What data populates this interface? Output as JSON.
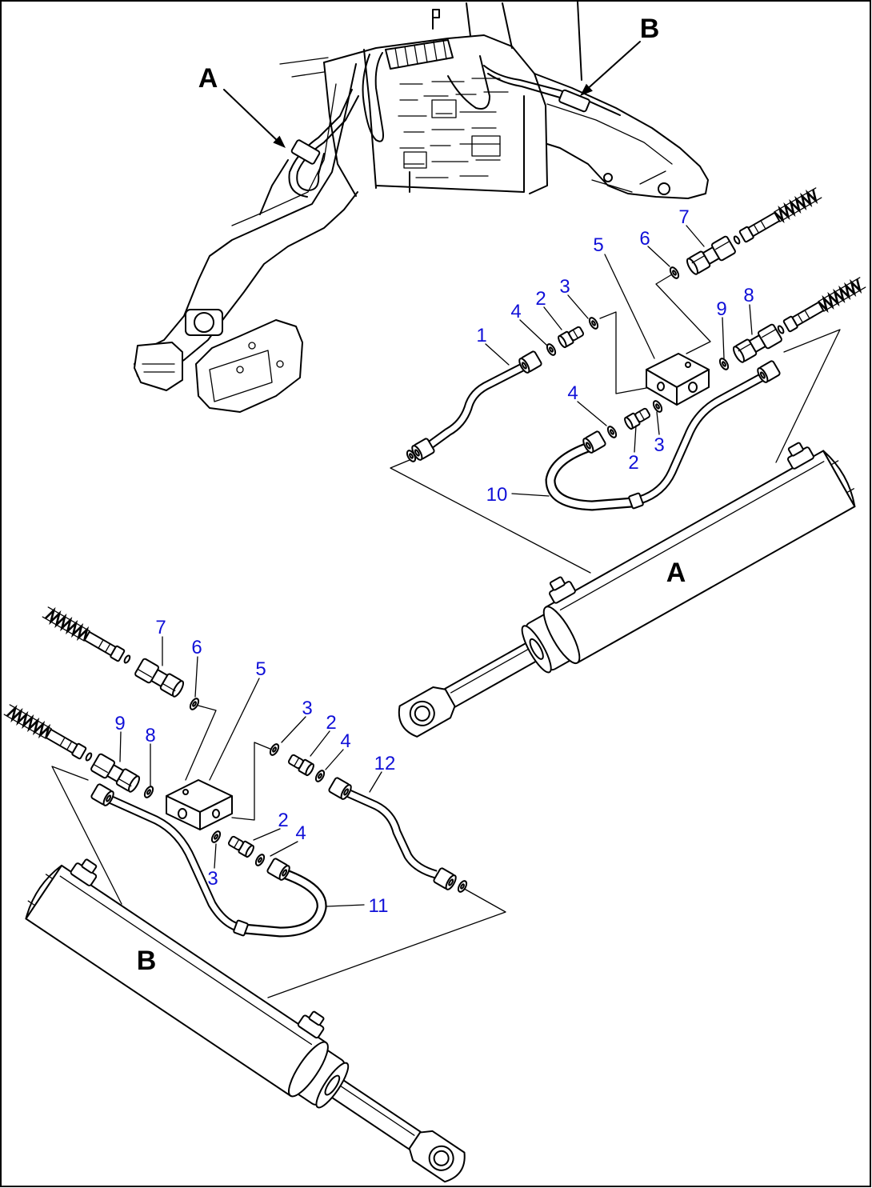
{
  "colors": {
    "part_number": "#1010d8",
    "line_art": "#000000",
    "background": "#ffffff"
  },
  "overview": {
    "callout_a": "A",
    "callout_b": "B"
  },
  "detail_a": {
    "view_label": "A",
    "part_labels": [
      "7",
      "6",
      "5",
      "3",
      "2",
      "4",
      "1",
      "9",
      "8",
      "4",
      "3",
      "2",
      "10"
    ]
  },
  "detail_b": {
    "view_label": "B",
    "part_labels": [
      "7",
      "6",
      "5",
      "3",
      "2",
      "4",
      "12",
      "9",
      "8",
      "2",
      "4",
      "3",
      "11"
    ]
  }
}
